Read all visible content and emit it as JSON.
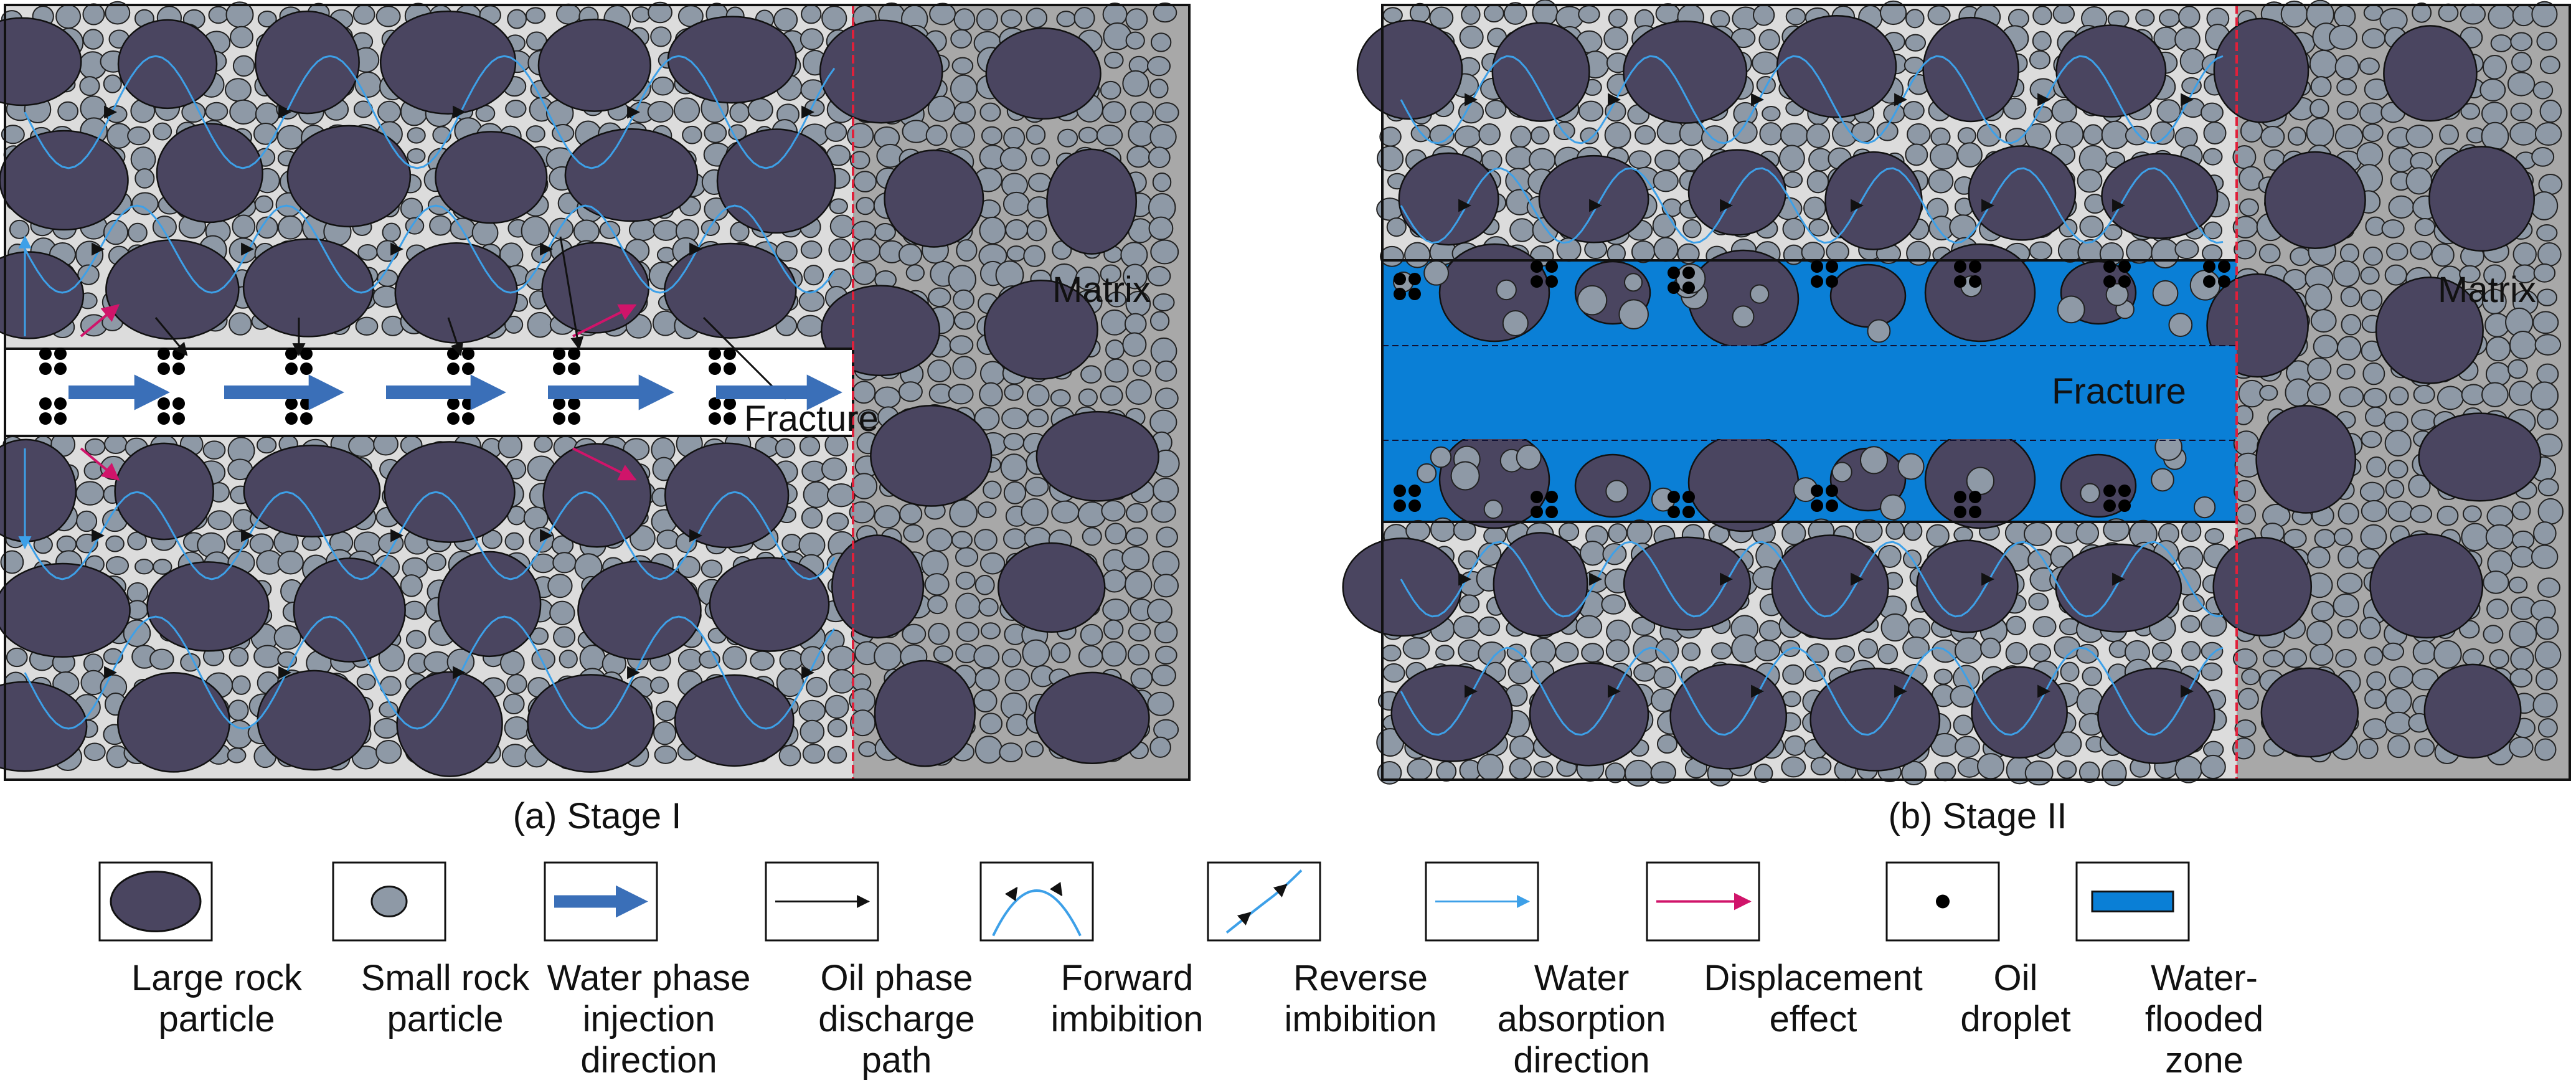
{
  "panels": [
    {
      "id": "a",
      "caption": "(a) Stage I",
      "fracture_label": "Fracture",
      "matrix_label": "Matrix",
      "fracture_water_flooded": false
    },
    {
      "id": "b",
      "caption": "(b) Stage II",
      "fracture_label": "Fracture",
      "matrix_label": "Matrix",
      "fracture_water_flooded": true
    }
  ],
  "legend": [
    {
      "icon": "large-rock-particle-icon",
      "lines": [
        "Large rock",
        "particle"
      ]
    },
    {
      "icon": "small-rock-particle-icon",
      "lines": [
        "Small rock",
        "particle"
      ]
    },
    {
      "icon": "water-injection-arrow-icon",
      "lines": [
        "Water phase",
        "injection",
        "direction"
      ]
    },
    {
      "icon": "oil-discharge-arrow-icon",
      "lines": [
        "Oil phase",
        "discharge",
        "path"
      ]
    },
    {
      "icon": "forward-imbibition-icon",
      "lines": [
        "Forward",
        "imbibition"
      ]
    },
    {
      "icon": "reverse-imbibition-icon",
      "lines": [
        "Reverse",
        "imbibition"
      ]
    },
    {
      "icon": "water-absorption-arrow-icon",
      "lines": [
        "Water",
        "absorption",
        "direction"
      ]
    },
    {
      "icon": "displacement-arrow-icon",
      "lines": [
        "Displacement",
        "effect"
      ]
    },
    {
      "icon": "oil-droplet-icon",
      "lines": [
        "Oil",
        "droplet"
      ]
    },
    {
      "icon": "water-flooded-zone-icon",
      "lines": [
        "Water-",
        "flooded",
        "zone"
      ]
    }
  ],
  "colors": {
    "large_particle": "#4a4560",
    "small_particle": "#8e99a6",
    "near_zone_bg": "#dcdcdc",
    "matrix_bg": "#a8a8a8",
    "water_blue": "#0a7fd6",
    "injection_arrow": "#3a6fb8",
    "absorption_arrow": "#3da0e8",
    "displacement_arrow": "#d0146a",
    "oil": "#000000",
    "boundary_line": "#e0203a"
  }
}
